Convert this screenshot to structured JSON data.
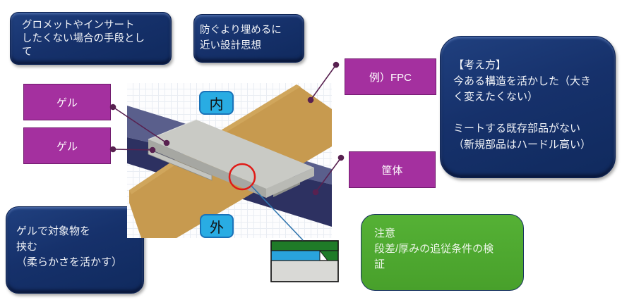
{
  "slide": {
    "callouts": {
      "grommet": "グロメットやインサート\nしたくない場合の手段とし\nて",
      "philosophy": "防ぐより埋めるに\n近い設計思想",
      "thinking": "【考え方】\n今ある構造を活かした（大き\nく変えたくない）\n\nミートする既存部品がない\n（新規部品はハードル高い）",
      "gel_method": "ゲルで対象物を\n挟む\n（柔らかさを活かす）",
      "caution": "注意\n段差/厚みの追従条件の検\n証"
    },
    "labels": {
      "gel_top": "ゲル",
      "gel_bottom": "ゲル",
      "fpc": "例）FPC",
      "chassis": "筐体",
      "inside": "内",
      "outside": "外"
    },
    "colors": {
      "navy_box": "#16316b",
      "purple_label": "#a4309f",
      "green_box": "#48a02b",
      "cyan_label": "#29ace3",
      "connector_line": "#582150",
      "red_circle": "#e01b17",
      "teal_line": "#2f74ad",
      "fpc_strip": "#c79a4f",
      "chassis_top": "#5a5f8c",
      "chassis_front": "#2d3161",
      "gel_plate": "#c9cac5",
      "diagram_green": "#1f7b28",
      "diagram_blue": "#29a3dc",
      "diagram_gray": "#d9d9d6"
    }
  }
}
